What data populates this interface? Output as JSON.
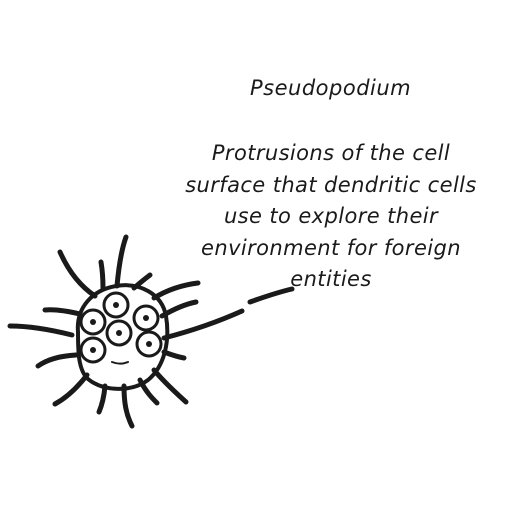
{
  "label": {
    "title": "Pseudopodium",
    "description_lines": [
      "Protrusions of the cell",
      "surface that dendritic cells",
      "use to explore their",
      "environment for foreign",
      "entities"
    ]
  },
  "colors": {
    "ink": "#1a1a1a",
    "background": "#ffffff"
  }
}
